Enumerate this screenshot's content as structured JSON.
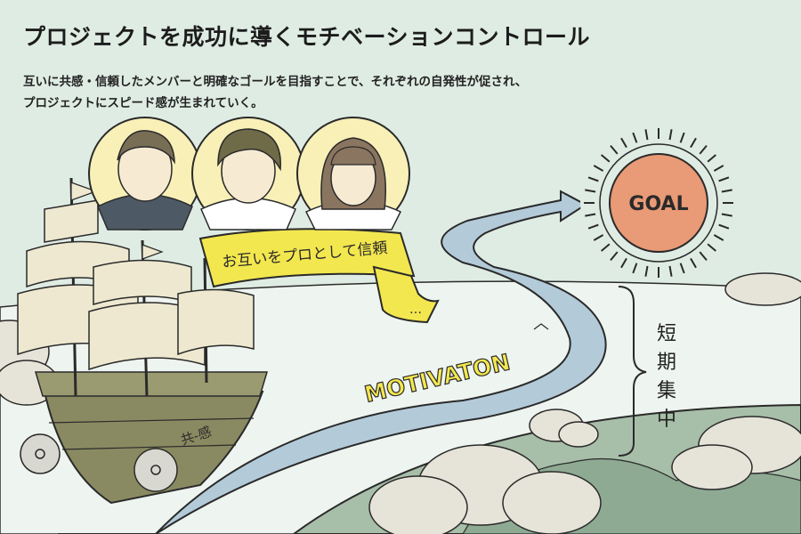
{
  "header": {
    "title": "プロジェクトを成功に導くモチベーションコントロール",
    "subtitle_line1": "互いに共感・信頼したメンバーと明確なゴールを目指すことで、それぞれの自発性が促され、",
    "subtitle_line2": "プロジェクトにスピード感が生まれていく。"
  },
  "illustration": {
    "banner_text": "お互いをプロとして信頼",
    "banner_dots": "…",
    "road_text": "MOTIVATON",
    "goal_text": "GOAL",
    "ship_text": "共-感",
    "side_chars": [
      "短",
      "期",
      "集",
      "中"
    ]
  },
  "colors": {
    "background": "#dfece4",
    "road": "#b3cad9",
    "banner": "#f3e74f",
    "goal": "#e99a76",
    "ship": "#8a8a62",
    "sail": "#ede8cf",
    "earth": "#a7bea9",
    "portrait_bg": "#f8f0b7"
  }
}
